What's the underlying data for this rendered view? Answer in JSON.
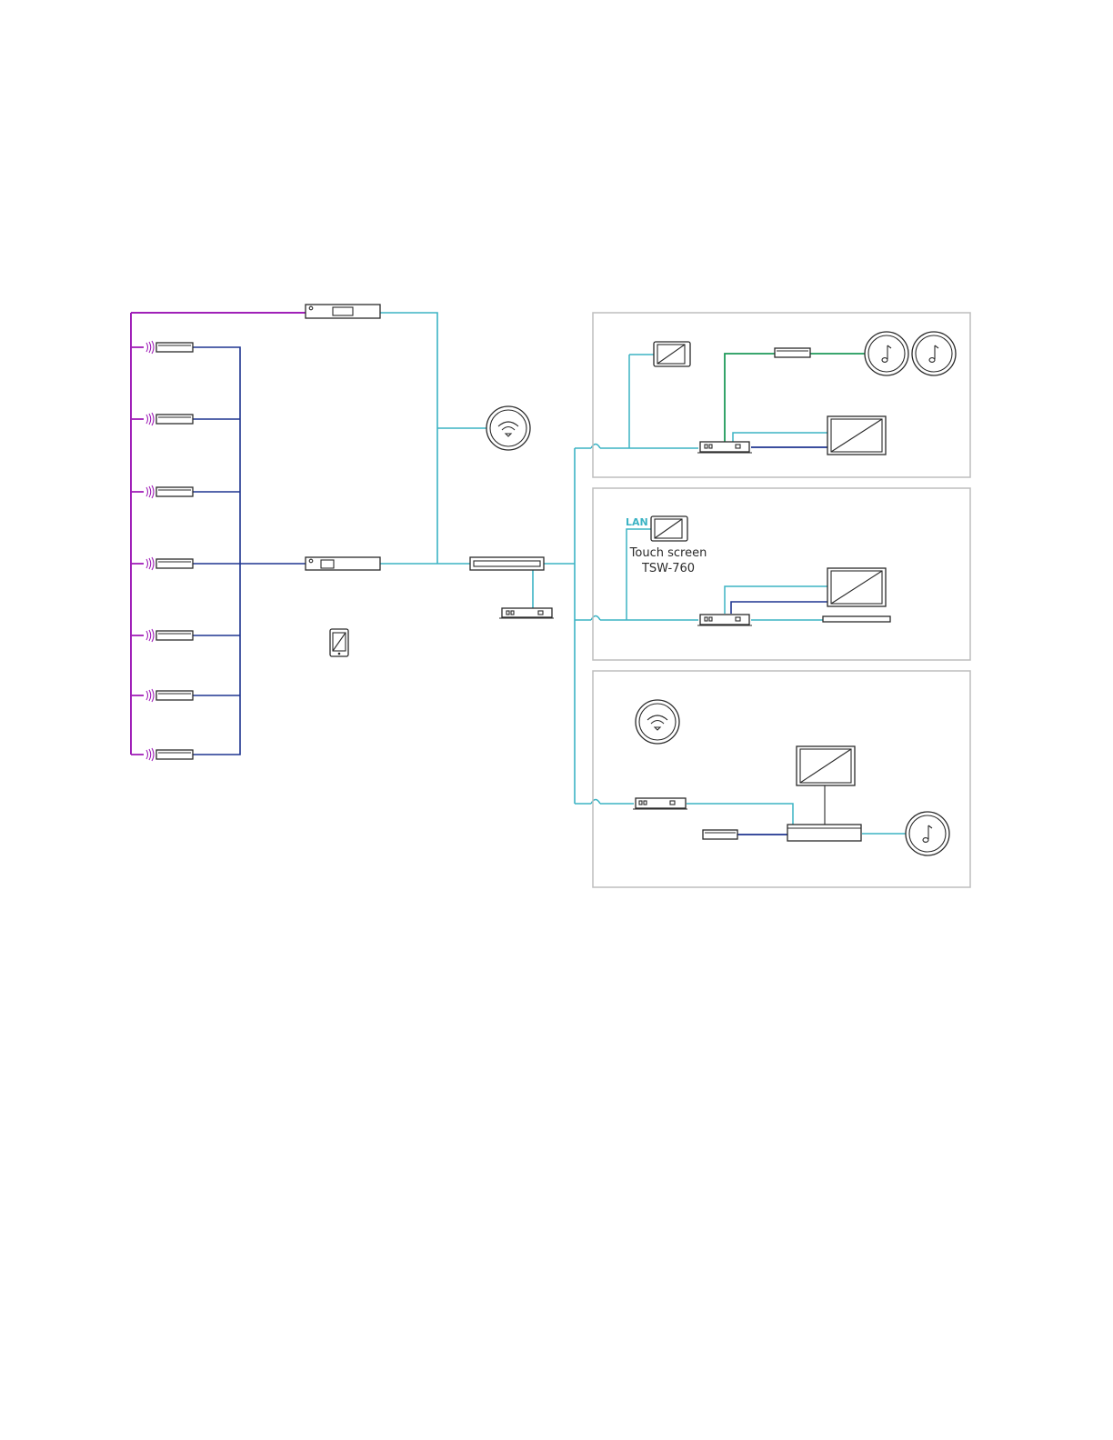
{
  "colors": {
    "rf": "#a020b8",
    "lan": "#3bb3c4",
    "control": "#1f3590",
    "audio": "#1f9a5a",
    "device": "#2a2a2a",
    "room_border": "#bdbdbd"
  },
  "labels": {
    "lan": "LAN",
    "touch_screen_name": "Touch screen",
    "touch_screen_model": "TSW-760"
  },
  "icons": {
    "wireless_ap": "wifi-icon",
    "speaker": "music-note-icon",
    "tablet": "tablet-icon",
    "touch_panel": "touch-panel-icon",
    "display": "display-icon"
  },
  "counts": {
    "wireless_gateways": 7,
    "rooms": 3
  }
}
